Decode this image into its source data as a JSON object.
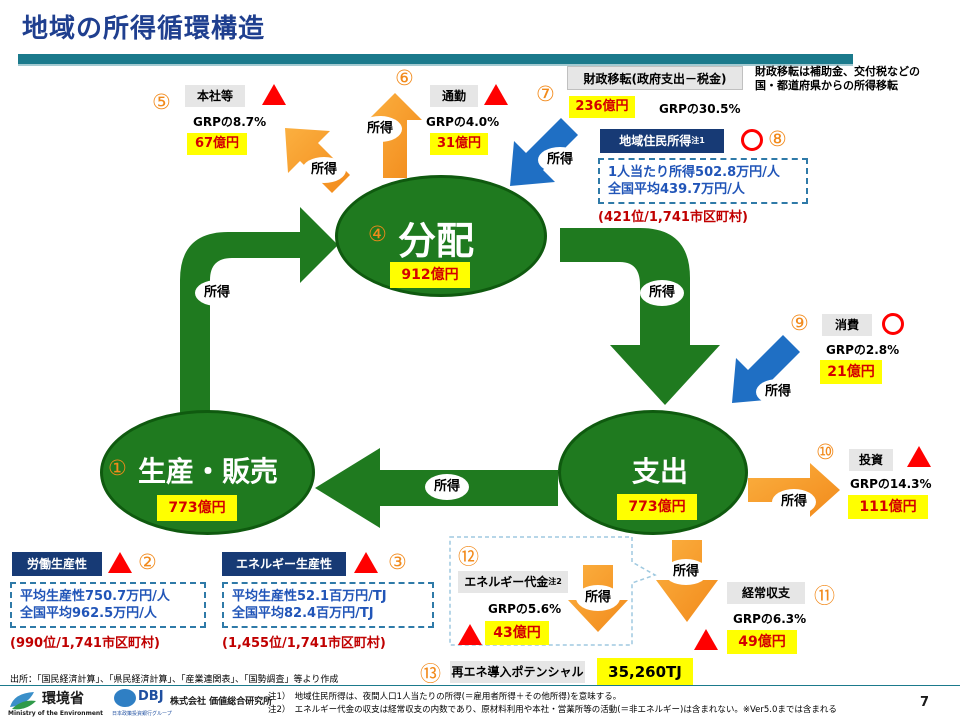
{
  "title": "地域の所得循環構造",
  "nodes": {
    "distribution": {
      "num": "④",
      "label": "分配",
      "value": "912億円"
    },
    "production": {
      "num": "①",
      "label": "生産・販売",
      "value": "773億円"
    },
    "expenditure": {
      "label": "支出",
      "value": "773億円"
    }
  },
  "flow_label": "所得",
  "items": {
    "headquarters": {
      "num": "⑤",
      "label": "本社等",
      "grp": "GRPの8.7%",
      "value": "67億円"
    },
    "commute": {
      "num": "⑥",
      "label": "通勤",
      "grp": "GRPの4.0%",
      "value": "31億円"
    },
    "fiscal": {
      "num": "⑦",
      "label": "財政移転(政府支出－税金)",
      "value": "236億円",
      "grp": "GRPの30.5%",
      "note_line1": "財政移転は補助金、交付税などの",
      "note_line2": "国・都道府県からの所得移転"
    },
    "resident_income": {
      "num": "⑧",
      "label": "地域住民所得",
      "sup": "注1",
      "line1": "1人当たり所得502.8万円/人",
      "line2": "全国平均439.7万円/人",
      "rank": "(421位/1,741市区町村)"
    },
    "consumption": {
      "num": "⑨",
      "label": "消費",
      "grp": "GRPの2.8%",
      "value": "21億円"
    },
    "investment": {
      "num": "⑩",
      "label": "投資",
      "grp": "GRPの14.3%",
      "value": "111億円"
    },
    "current_account": {
      "num": "⑪",
      "label": "経常収支",
      "grp": "GRPの6.3%",
      "value": "49億円"
    },
    "energy_cost": {
      "num": "⑫",
      "label": "エネルギー代金",
      "sup": "注2",
      "grp": "GRPの5.6%",
      "value": "43億円"
    },
    "renewable": {
      "num": "⑬",
      "label": "再エネ導入ポテンシャル",
      "value": "35,260TJ"
    },
    "labor_productivity": {
      "num": "②",
      "label": "労働生産性",
      "line1": "平均生産性750.7万円/人",
      "line2": "全国平均962.5万円/人",
      "rank": "(990位/1,741市区町村)"
    },
    "energy_productivity": {
      "num": "③",
      "label": "エネルギー生産性",
      "line1": "平均生産性52.1百万円/TJ",
      "line2": "全国平均82.4百万円/TJ",
      "rank": "(1,455位/1,741市区町村)"
    }
  },
  "footer": {
    "source": "出所：「国民経済計算」、「県民経済計算」、「産業連関表」、「国勢調査」等より作成",
    "note1": "注1）　地域住民所得は、夜間人口1人当たりの所得(＝雇用者所得＋その他所得)を意味する。",
    "note2": "注2）　エネルギー代金の収支は経常収支の内数であり、原材料利用や本社・営業所等の活動(＝非エネルギー)は含まれない。※Ver5.0までは含まれる",
    "moe_name": "環境省",
    "moe_en": "Ministry of the Environment",
    "dbj": "DBJ",
    "dbj_sub": "株式会社 価値総合研究所",
    "dbj_tiny": "日本政策投資銀行グループ",
    "page": "7"
  },
  "colors": {
    "green": "#1f7a1f",
    "orange": "#f28a1b",
    "blue": "#1f6fc4",
    "navy": "#173a75",
    "red": "#ff0000"
  }
}
